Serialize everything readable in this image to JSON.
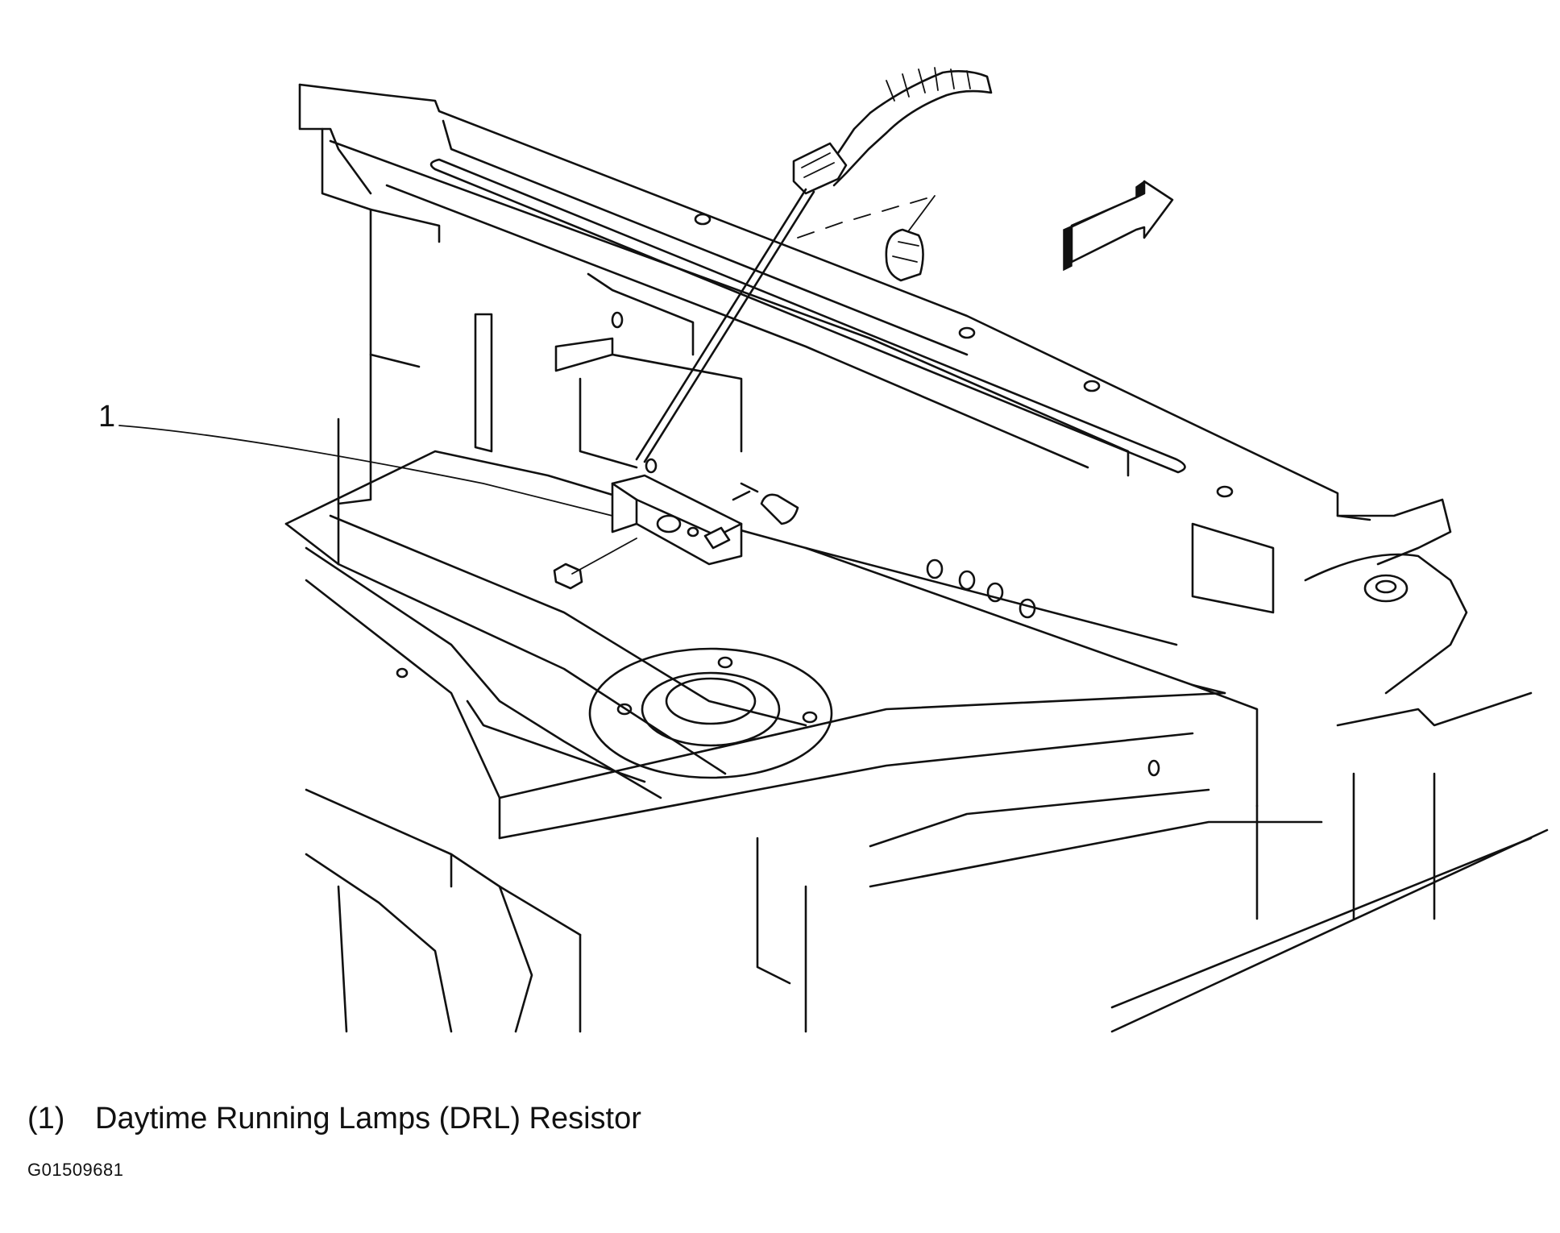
{
  "diagram": {
    "callout_number": "1",
    "legend": {
      "number": "(1)",
      "text": "Daytime Running Lamps (DRL) Resistor"
    },
    "figure_id": "G01509681"
  }
}
